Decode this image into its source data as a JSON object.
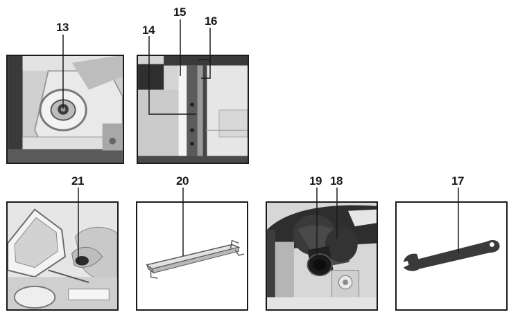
{
  "callouts": {
    "c13": "13",
    "c14": "14",
    "c15": "15",
    "c16": "16",
    "c17": "17",
    "c18": "18",
    "c19": "19",
    "c20": "20",
    "c21": "21"
  },
  "colors": {
    "ink": "#1a1a1a",
    "photo_dark": "#2b2b2b",
    "photo_mid": "#8a8a8a",
    "photo_light": "#d9d9d9"
  }
}
